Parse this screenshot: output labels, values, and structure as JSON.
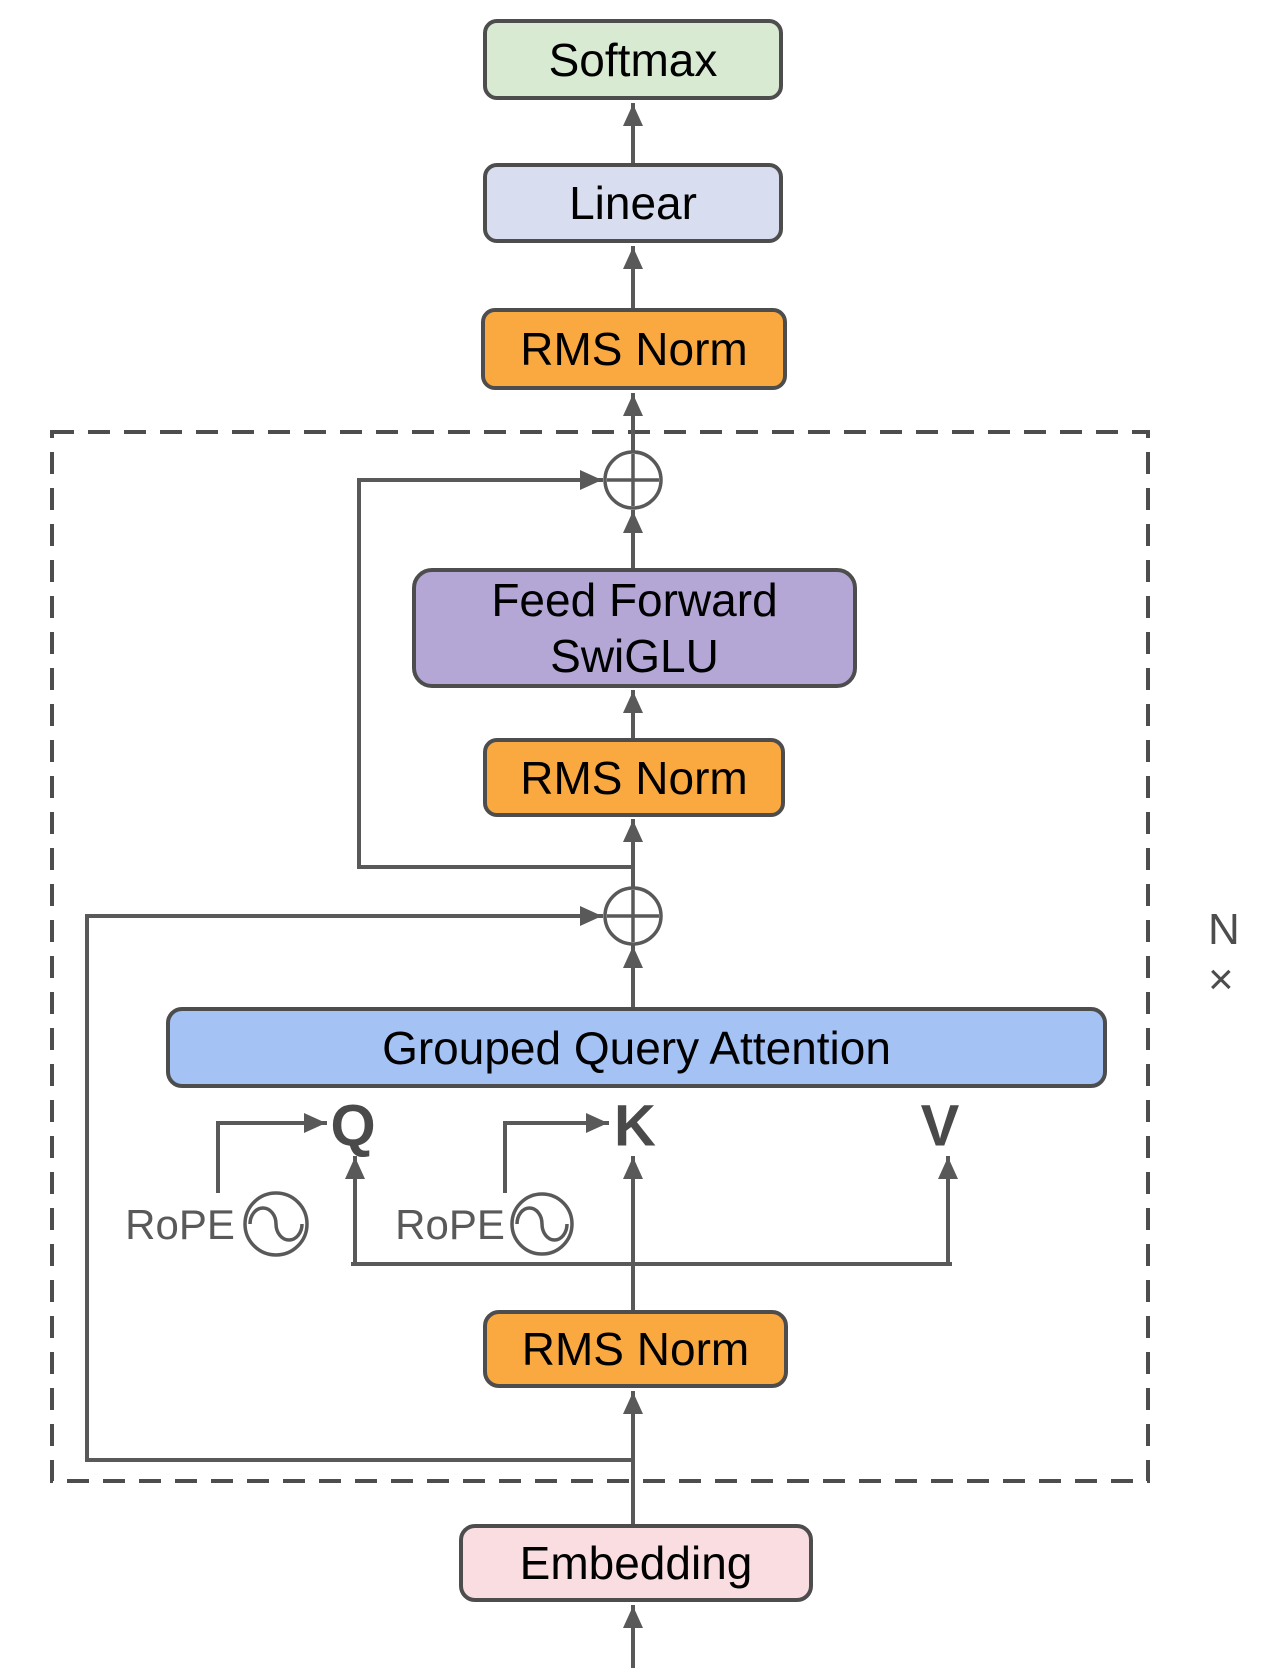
{
  "diagram": {
    "blocks": {
      "softmax": {
        "label": "Softmax",
        "fill": "#d9ead3"
      },
      "linear": {
        "label": "Linear",
        "fill": "#d9ddf0"
      },
      "rms_norm_top": {
        "label": "RMS Norm",
        "fill": "#f9a940"
      },
      "feed_forward": {
        "line1": "Feed Forward",
        "line2": "SwiGLU",
        "fill": "#b4a7d6"
      },
      "rms_norm_mid": {
        "label": "RMS Norm",
        "fill": "#f9a940"
      },
      "gqa": {
        "label": "Grouped Query Attention",
        "fill": "#a4c2f4"
      },
      "rms_norm_bottom": {
        "label": "RMS Norm",
        "fill": "#f9a940"
      },
      "embedding": {
        "label": "Embedding",
        "fill": "#f9dde1"
      }
    },
    "heads": {
      "q": "Q",
      "k": "K",
      "v": "V"
    },
    "rope": {
      "q_label": "RoPE",
      "k_label": "RoPE"
    },
    "repeat_label": "N ×",
    "icons": {
      "add_circle": "plus-in-circle (residual add)",
      "rope_wave": "sine-wave-in-circle (rotary positional encoding)"
    },
    "colors": {
      "line": "#595959",
      "border": "#4d4d4d",
      "head_text": "#4a4a4a",
      "gray_text": "#595959",
      "background": "#ffffff"
    }
  }
}
